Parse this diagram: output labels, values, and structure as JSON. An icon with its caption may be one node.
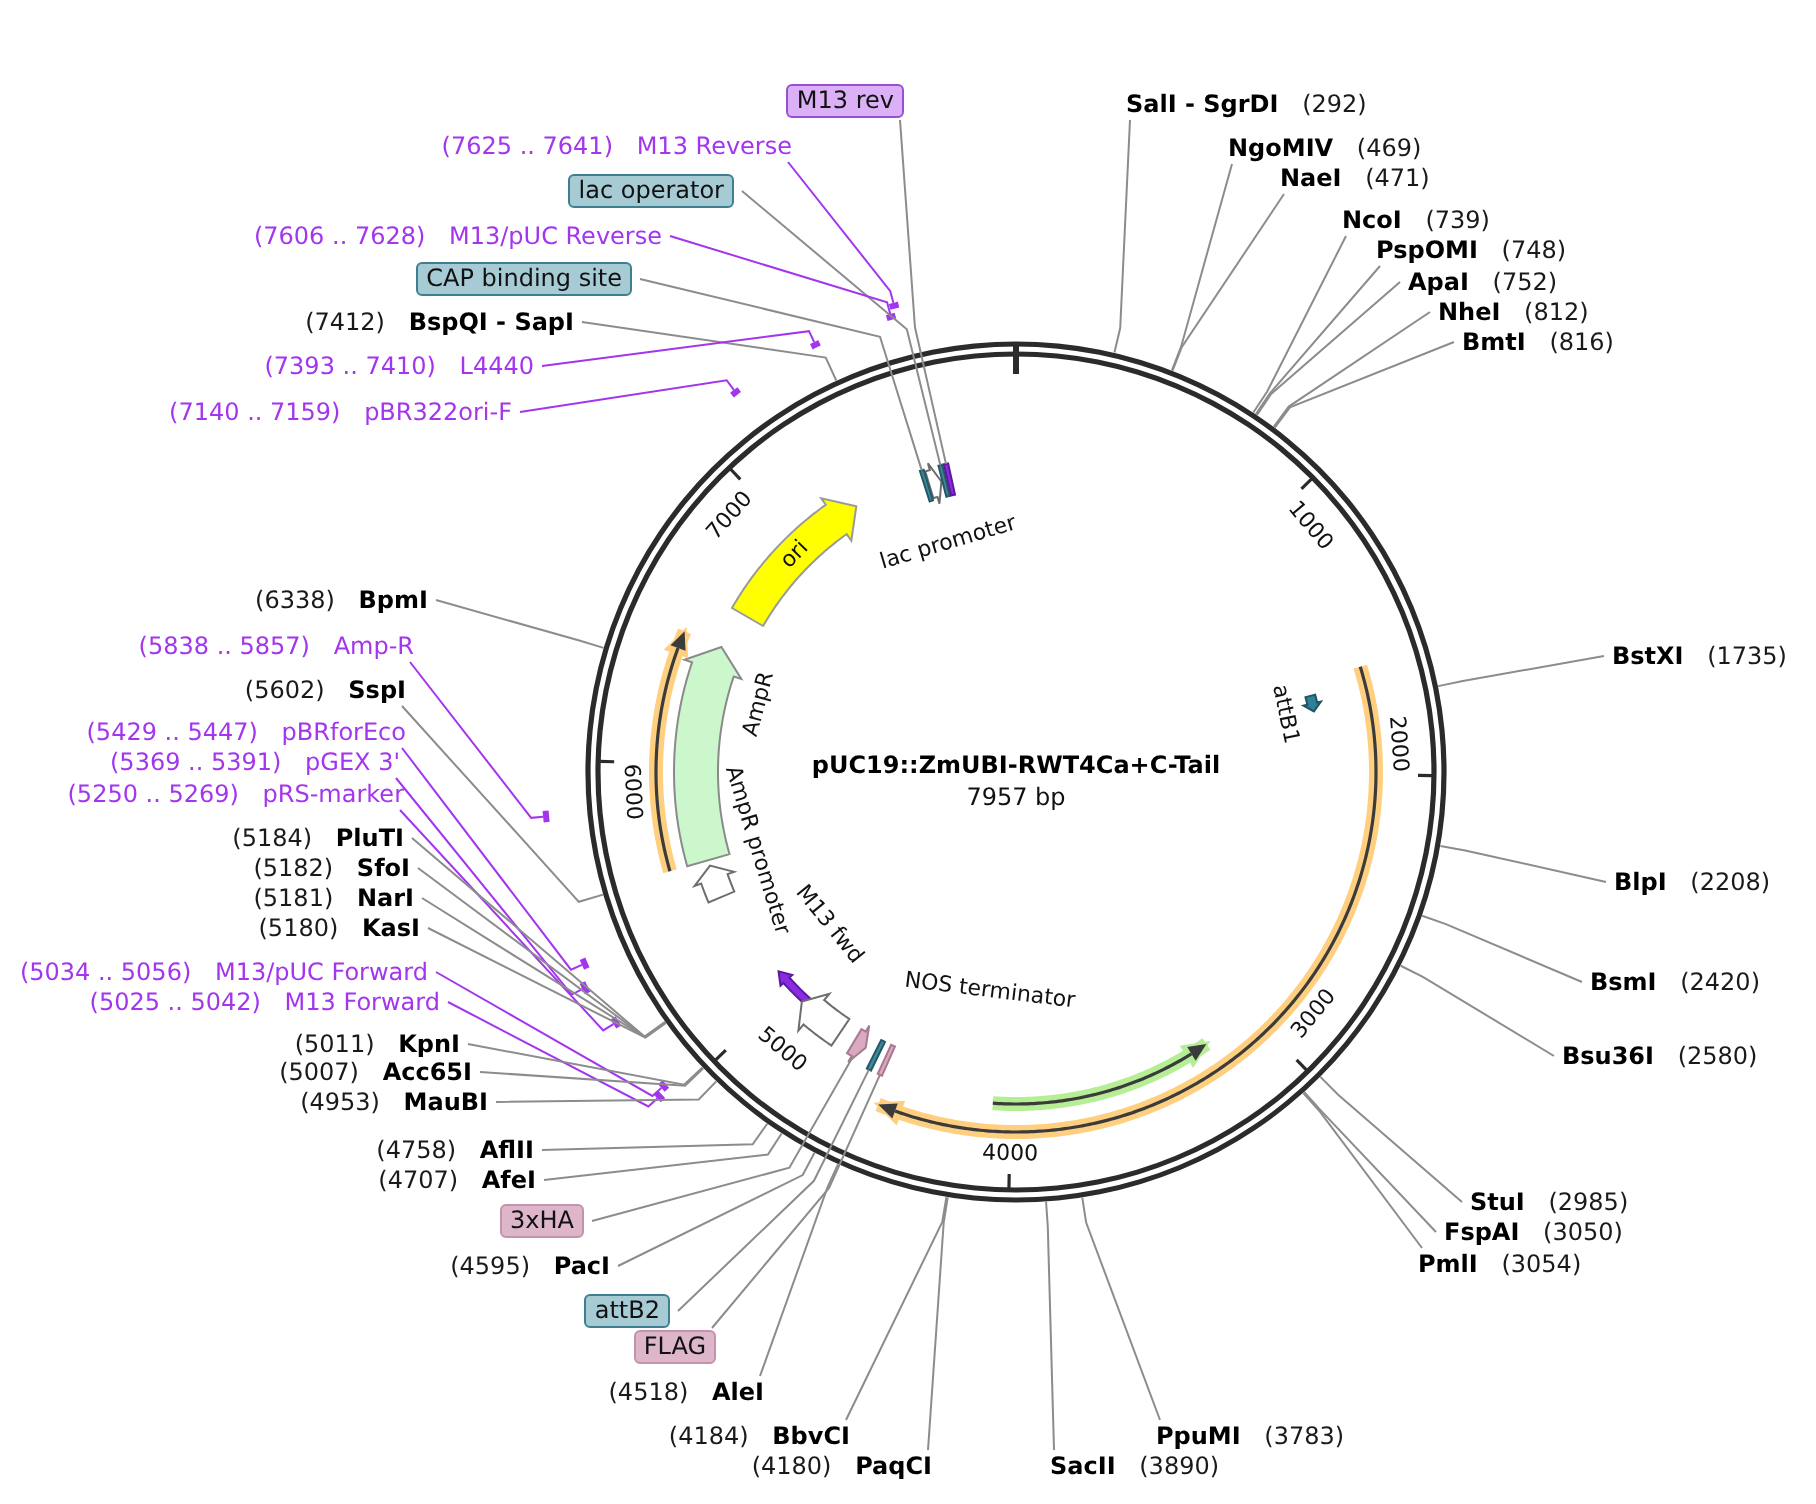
{
  "diagram": {
    "title": "pUC19::ZmUBI-RWT4Ca+C-Tail",
    "nodes": [
      {
        "text": [
          "M13 rev"
        ]
      },
      {
        "text": [
          "(7625 .. 7641)",
          "M13 Reverse"
        ]
      },
      {
        "text": [
          "lac operator"
        ]
      },
      {
        "text": [
          "(7606 .. 7628)",
          "M13/pUC Reverse"
        ]
      },
      {
        "text": [
          "CAP binding site"
        ]
      },
      {
        "text": [
          "(7412)",
          "BspQI - SapI"
        ]
      },
      {
        "text": [
          "(7393 .. 7410)",
          "L4440"
        ]
      },
      {
        "text": [
          "(7140 .. 7159)",
          "pBR322ori-F"
        ]
      },
      {
        "text": [
          "(6338)",
          "BpmI"
        ]
      },
      {
        "text": [
          "(5838 .. 5857)",
          "Amp-R"
        ]
      },
      {
        "text": [
          "(5602)",
          "SspI"
        ]
      },
      {
        "text": [
          "(5429 .. 5447)",
          "pBRforEco"
        ]
      },
      {
        "text": [
          "(5369 .. 5391)",
          "pGEX 3'"
        ]
      },
      {
        "text": [
          "(5250 .. 5269)",
          "pRS-marker"
        ]
      },
      {
        "text": [
          "(5184)",
          "PluTI"
        ]
      },
      {
        "text": [
          "(5182)",
          "SfoI"
        ]
      },
      {
        "text": [
          "(5181)",
          "NarI"
        ]
      },
      {
        "text": [
          "(5180)",
          "KasI"
        ]
      },
      {
        "text": [
          "(5034 .. 5056)",
          "M13/pUC Forward"
        ]
      },
      {
        "text": [
          "(5025 .. 5042)",
          "M13 Forward"
        ]
      },
      {
        "text": [
          "(5011)",
          "KpnI"
        ]
      },
      {
        "text": [
          "(5007)",
          "Acc65I"
        ]
      },
      {
        "text": [
          "(4953)",
          "MauBI"
        ]
      },
      {
        "text": [
          "(4758)",
          "AflII"
        ]
      },
      {
        "text": [
          "(4707)",
          "AfeI"
        ]
      },
      {
        "text": [
          "3xHA"
        ]
      },
      {
        "text": [
          "(4595)",
          "PacI"
        ]
      },
      {
        "text": [
          "attB2"
        ]
      },
      {
        "text": [
          "FLAG"
        ]
      },
      {
        "text": [
          "(4518)",
          "AleI"
        ]
      },
      {
        "text": [
          "(4184)",
          "BbvCI"
        ]
      },
      {
        "text": [
          "(4180)",
          "PaqCI"
        ]
      },
      {
        "text": [
          "SalI - SgrDI",
          "(292)"
        ]
      },
      {
        "text": [
          "NgoMIV",
          "(469)"
        ]
      },
      {
        "text": [
          "NaeI",
          "(471)"
        ]
      },
      {
        "text": [
          "NcoI",
          "(739)"
        ]
      },
      {
        "text": [
          "PspOMI",
          "(748)"
        ]
      },
      {
        "text": [
          "ApaI",
          "(752)"
        ]
      },
      {
        "text": [
          "NheI",
          "(812)"
        ]
      },
      {
        "text": [
          "BmtI",
          "(816)"
        ]
      },
      {
        "text": [
          "BstXI",
          "(1735)"
        ]
      },
      {
        "text": [
          "BlpI",
          "(2208)"
        ]
      },
      {
        "text": [
          "BsmI",
          "(2420)"
        ]
      },
      {
        "text": [
          "Bsu36I",
          "(2580)"
        ]
      },
      {
        "text": [
          "StuI",
          "(2985)"
        ]
      },
      {
        "text": [
          "FspAI",
          "(3050)"
        ]
      },
      {
        "text": [
          "PmlI",
          "(3054)"
        ]
      },
      {
        "text": [
          "PpuMI",
          "(3783)"
        ]
      },
      {
        "text": [
          "SacII",
          "(3890)"
        ]
      },
      {
        "text": [
          "ori"
        ]
      },
      {
        "text": [
          "lac promoter"
        ]
      },
      {
        "text": [
          "AmpR"
        ]
      },
      {
        "text": [
          "AmpR promoter"
        ]
      },
      {
        "text": [
          "attB1"
        ]
      },
      {
        "text": [
          "M13 fwd"
        ]
      },
      {
        "text": [
          "NOS terminator"
        ]
      },
      {
        "text": [],
        "shape": "bar"
      },
      {
        "text": [],
        "shape": "bar"
      },
      {
        "text": [],
        "shape": "bar"
      },
      {
        "text": [],
        "shape": "bar"
      },
      {
        "text": [],
        "shape": "arrow"
      },
      {
        "text": [],
        "shape": "bar"
      },
      {
        "text": [],
        "shape": "bar"
      },
      {
        "text": [],
        "shape": "bar"
      },
      {
        "text": [],
        "shape": "bar"
      },
      {
        "text": [],
        "shape": "arrow"
      },
      {
        "text": [],
        "shape": "bar"
      },
      {
        "text": [],
        "shape": "bar"
      },
      {
        "text": [],
        "shape": "bar"
      },
      {
        "text": [],
        "shape": "bar"
      },
      {
        "text": [],
        "shape": "bar"
      },
      {
        "text": [],
        "shape": "bar"
      },
      {
        "text": [],
        "shape": "bar"
      },
      {
        "text": [],
        "shape": "arrow"
      },
      {
        "text": [],
        "shape": "arrow"
      }
    ],
    "edges": [
      {
        "from": 0,
        "to": 72,
        "arrow": "none"
      },
      {
        "from": 1,
        "to": 69,
        "arrow": "none",
        "color": "#a335ee"
      },
      {
        "from": 2,
        "to": 71,
        "arrow": "none"
      },
      {
        "from": 3,
        "to": 68,
        "arrow": "none",
        "color": "#a335ee"
      },
      {
        "from": 4,
        "to": 70,
        "arrow": "none"
      },
      {
        "from": 5,
        "to": null,
        "arrow": "none"
      },
      {
        "from": 6,
        "to": 64,
        "arrow": "none",
        "color": "#a335ee"
      },
      {
        "from": 7,
        "to": 63,
        "arrow": "none",
        "color": "#a335ee"
      },
      {
        "from": 8,
        "to": null,
        "arrow": "none"
      },
      {
        "from": 9,
        "to": 56,
        "arrow": "none",
        "color": "#a335ee"
      },
      {
        "from": 10,
        "to": null,
        "arrow": "none"
      },
      {
        "from": 11,
        "to": 57,
        "arrow": "none",
        "color": "#a335ee"
      },
      {
        "from": 12,
        "to": 58,
        "arrow": "none",
        "color": "#a335ee"
      },
      {
        "from": 13,
        "to": 59,
        "arrow": "none",
        "color": "#a335ee"
      },
      {
        "from": 14,
        "to": null,
        "arrow": "none"
      },
      {
        "from": 15,
        "to": null,
        "arrow": "none"
      },
      {
        "from": 16,
        "to": null,
        "arrow": "none"
      },
      {
        "from": 17,
        "to": null,
        "arrow": "none"
      },
      {
        "from": 18,
        "to": 61,
        "arrow": "none",
        "color": "#a335ee"
      },
      {
        "from": 19,
        "to": 62,
        "arrow": "none",
        "color": "#a335ee"
      },
      {
        "from": 20,
        "to": null,
        "arrow": "none"
      },
      {
        "from": 21,
        "to": null,
        "arrow": "none"
      },
      {
        "from": 22,
        "to": null,
        "arrow": "none"
      },
      {
        "from": 23,
        "to": null,
        "arrow": "none"
      },
      {
        "from": 24,
        "to": null,
        "arrow": "none"
      },
      {
        "from": 25,
        "to": 65,
        "arrow": "none"
      },
      {
        "from": 26,
        "to": null,
        "arrow": "none"
      },
      {
        "from": 27,
        "to": 66,
        "arrow": "none"
      },
      {
        "from": 28,
        "to": 67,
        "arrow": "none"
      },
      {
        "from": 29,
        "to": null,
        "arrow": "none"
      },
      {
        "from": 30,
        "to": null,
        "arrow": "none"
      },
      {
        "from": 31,
        "to": null,
        "arrow": "none"
      },
      {
        "from": 32,
        "to": null,
        "arrow": "none"
      },
      {
        "from": 33,
        "to": null,
        "arrow": "none"
      },
      {
        "from": 34,
        "to": null,
        "arrow": "none"
      },
      {
        "from": 35,
        "to": null,
        "arrow": "none"
      },
      {
        "from": 36,
        "to": null,
        "arrow": "none"
      },
      {
        "from": 37,
        "to": null,
        "arrow": "none"
      },
      {
        "from": 38,
        "to": null,
        "arrow": "none"
      },
      {
        "from": 39,
        "to": null,
        "arrow": "none"
      },
      {
        "from": 40,
        "to": null,
        "arrow": "none"
      },
      {
        "from": 41,
        "to": null,
        "arrow": "none"
      },
      {
        "from": 42,
        "to": null,
        "arrow": "none"
      },
      {
        "from": 43,
        "to": null,
        "arrow": "none"
      },
      {
        "from": 44,
        "to": null,
        "arrow": "none"
      },
      {
        "from": 45,
        "to": null,
        "arrow": "none"
      },
      {
        "from": 46,
        "to": null,
        "arrow": "none"
      },
      {
        "from": 47,
        "to": null,
        "arrow": "none"
      },
      {
        "from": 48,
        "to": null,
        "arrow": "none"
      }
    ],
    "labels": [
      "7957 bp",
      "1000",
      "2000",
      "3000",
      "4000",
      "5000",
      "6000",
      "7000"
    ]
  }
}
